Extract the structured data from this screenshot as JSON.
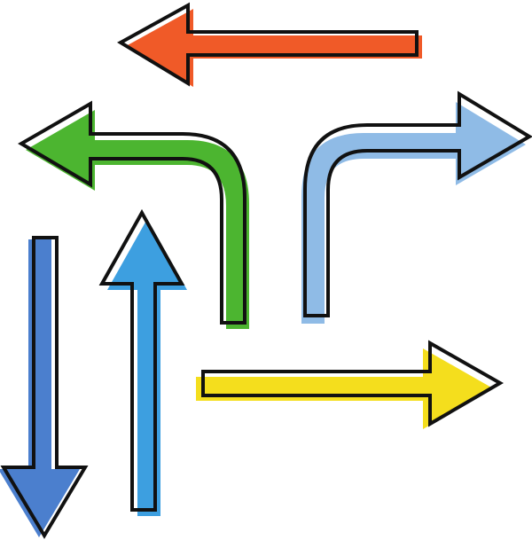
{
  "colors": {
    "outline": "#111111",
    "background": "#ffffff"
  },
  "arrows": [
    {
      "name": "arrow-left-straight",
      "icon": "arrow-left-icon",
      "fill": "#f05a28"
    },
    {
      "name": "arrow-left-turn",
      "icon": "arrow-turn-left-icon",
      "fill": "#4cb530"
    },
    {
      "name": "arrow-right-turn",
      "icon": "arrow-turn-right-icon",
      "fill": "#8fbbe6"
    },
    {
      "name": "arrow-down-straight",
      "icon": "arrow-down-icon",
      "fill": "#4b7fce"
    },
    {
      "name": "arrow-up-straight",
      "icon": "arrow-up-icon",
      "fill": "#3d9fe0"
    },
    {
      "name": "arrow-right-straight",
      "icon": "arrow-right-icon",
      "fill": "#f4de1d"
    }
  ]
}
